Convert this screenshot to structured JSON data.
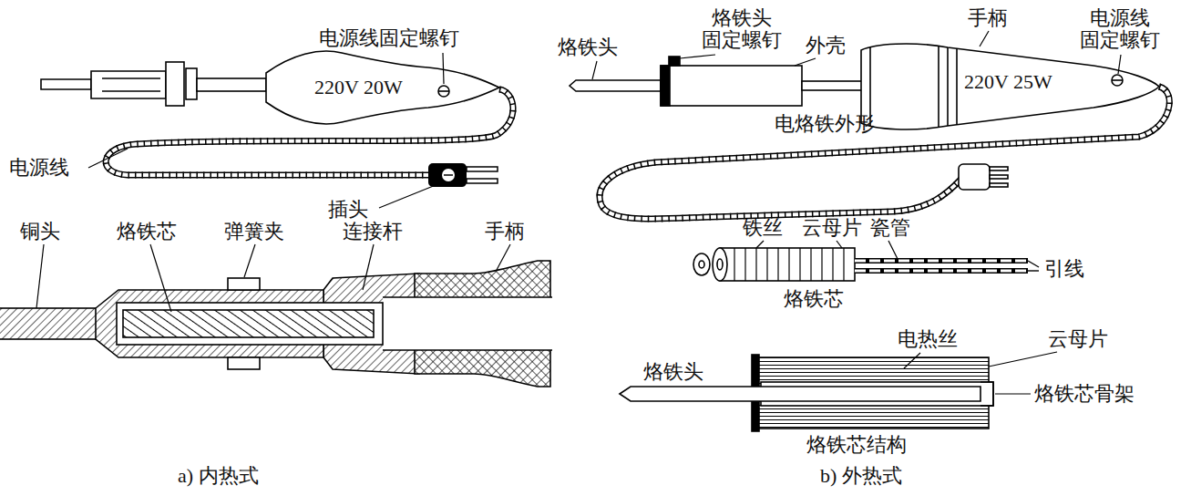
{
  "diagram": {
    "labels": [
      "电源线固定螺钉",
      "220V 20W",
      "电源线",
      "插头",
      "铜头",
      "烙铁芯",
      "弹簧夹",
      "连接杆",
      "手柄",
      "a) 内热式",
      "烙铁头",
      "烙铁头 固定螺钉",
      "外壳",
      "手柄",
      "电源线 固定螺钉",
      "220V 25W",
      "电烙铁外形",
      "铁丝",
      "云母片",
      "瓷管",
      "引线",
      "烙铁芯",
      "电热丝",
      "云母片",
      "烙铁头",
      "烙铁芯骨架",
      "烙铁芯结构",
      "b) 外热式"
    ]
  }
}
